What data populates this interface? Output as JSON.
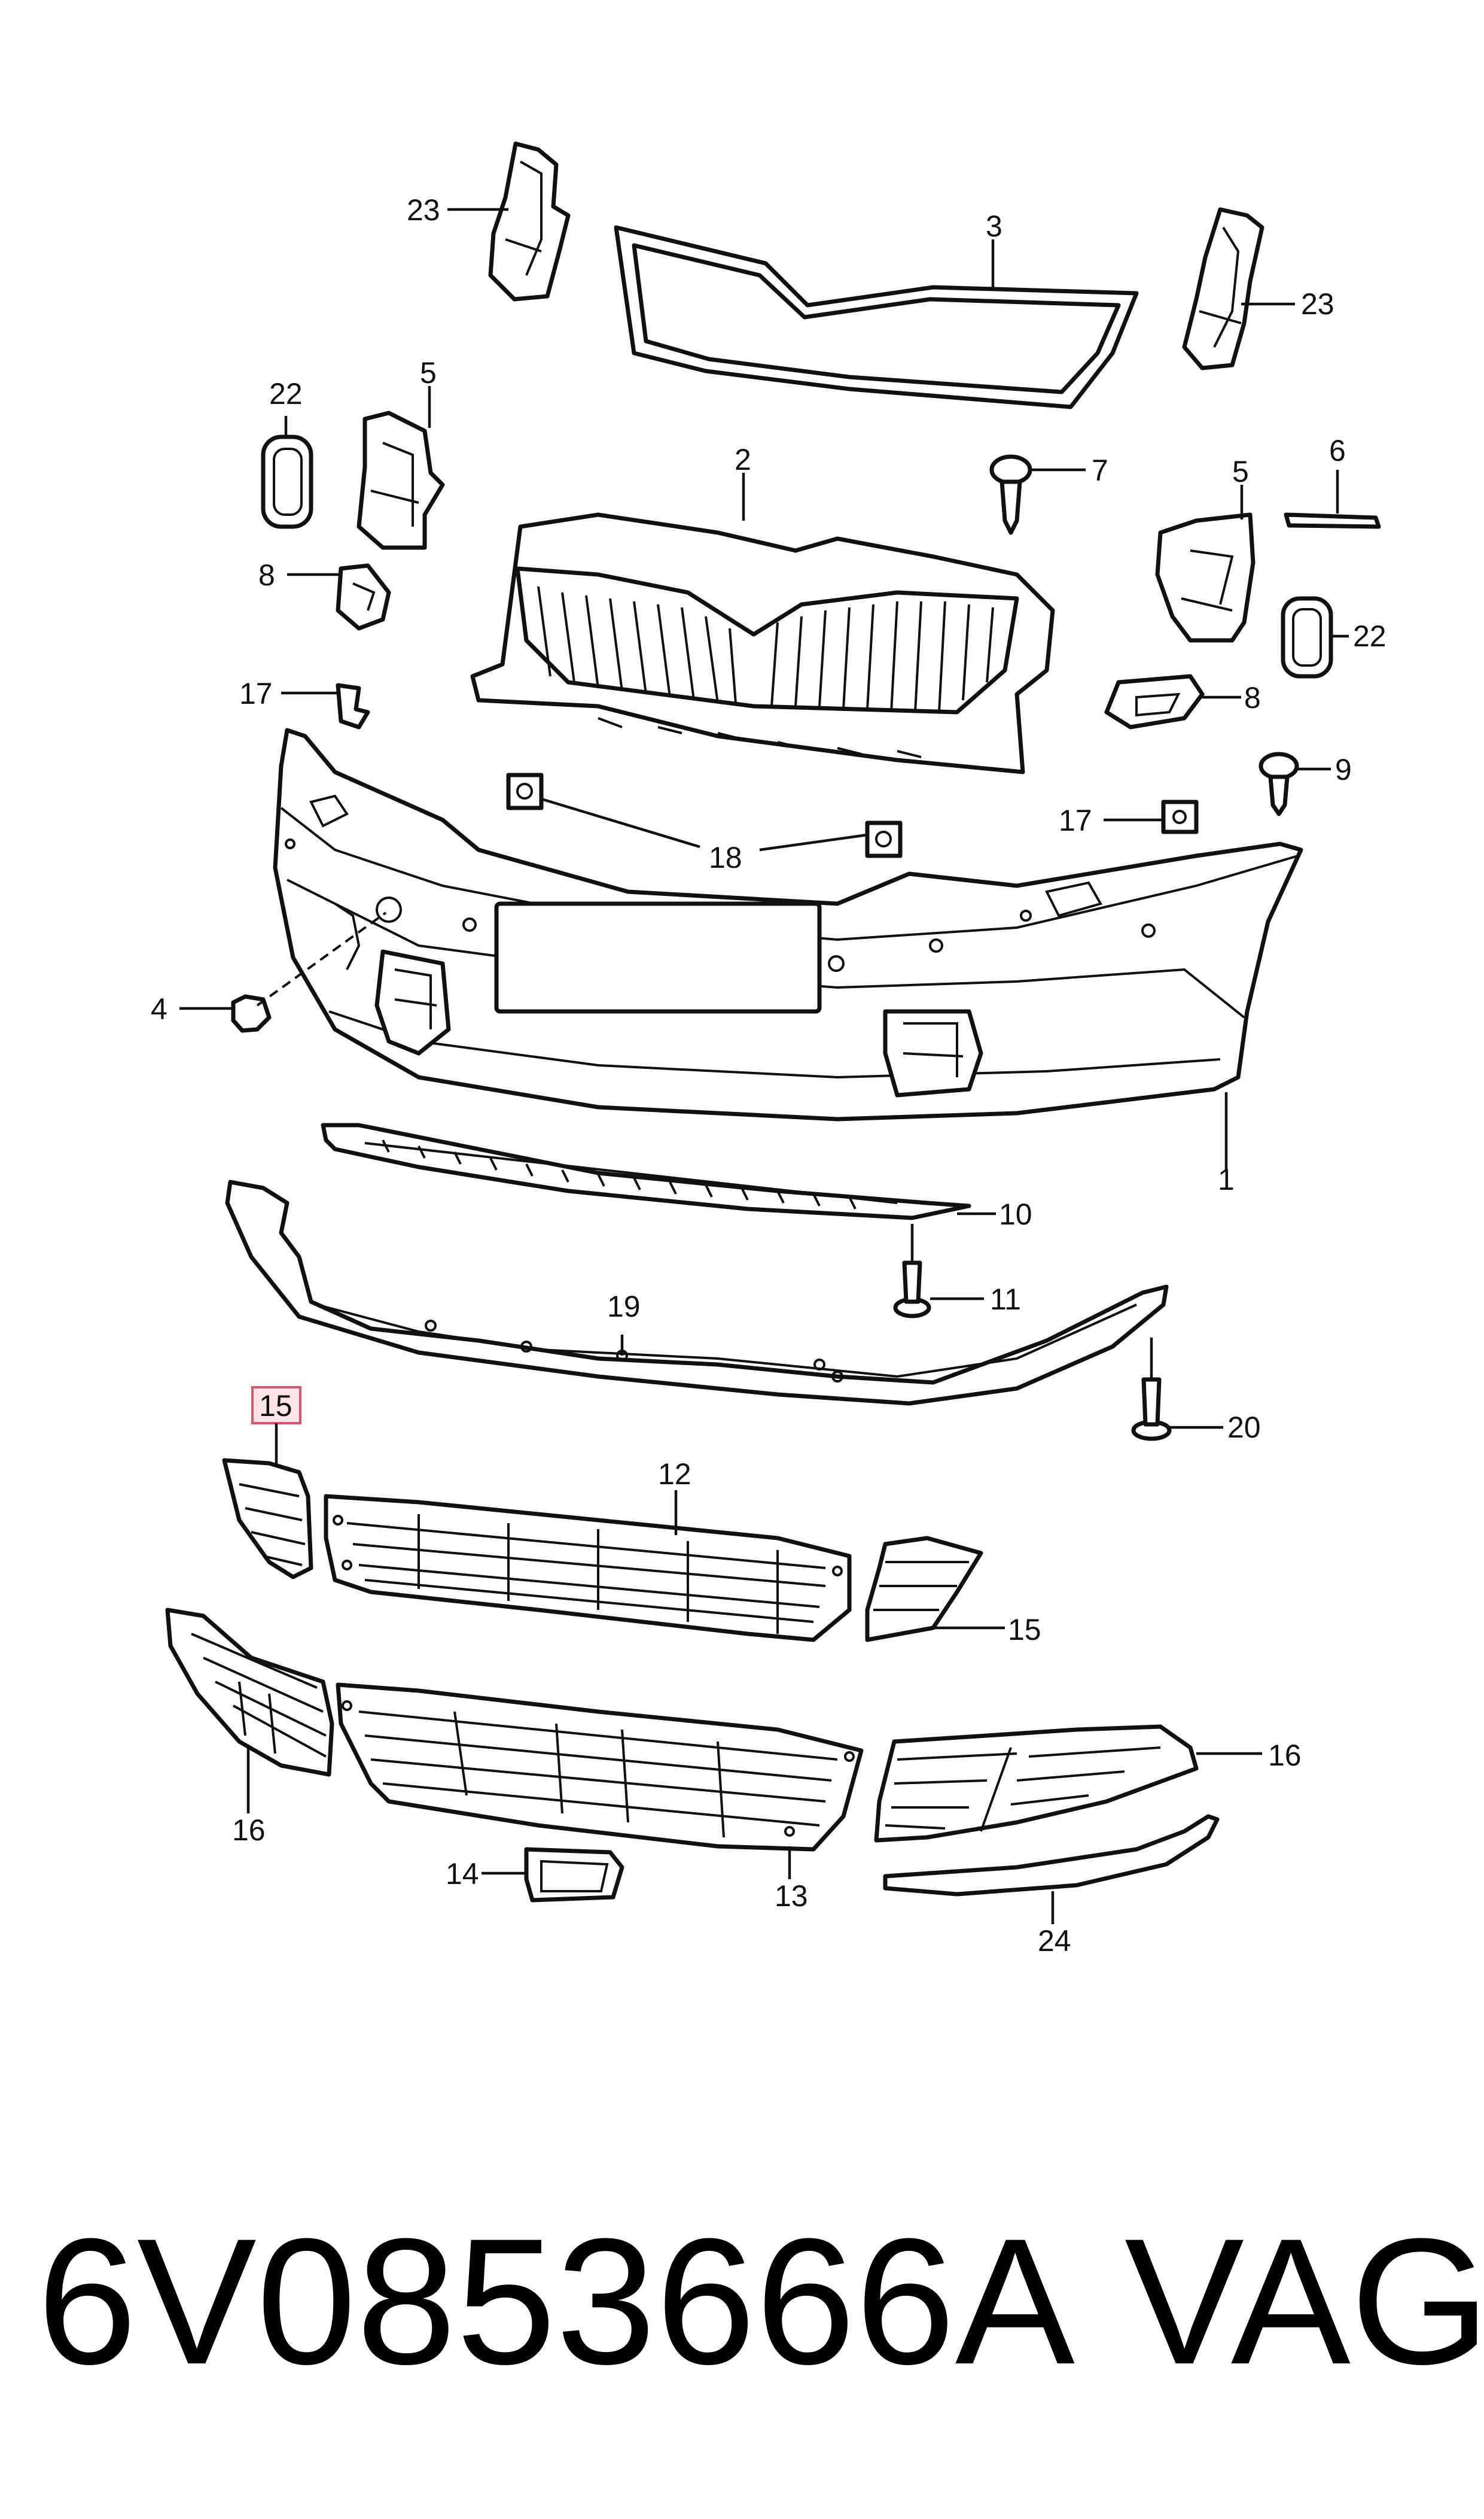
{
  "diagram": {
    "callouts": {
      "c1": "1",
      "c2": "2",
      "c3": "3",
      "c4": "4",
      "c5a": "5",
      "c5b": "5",
      "c6": "6",
      "c7": "7",
      "c8a": "8",
      "c8b": "8",
      "c9": "9",
      "c10": "10",
      "c11": "11",
      "c12": "12",
      "c13": "13",
      "c14": "14",
      "c15a": "15",
      "c15b": "15",
      "c16a": "16",
      "c16b": "16",
      "c17a": "17",
      "c17b": "17",
      "c18": "18",
      "c19": "19",
      "c20": "20",
      "c22a": "22",
      "c22b": "22",
      "c23a": "23",
      "c23b": "23",
      "c24": "24"
    },
    "highlighted_callout": "15",
    "highlight_color": "#d9536a"
  },
  "footer": {
    "part_number": "6V0853666A",
    "brand": "VAG"
  }
}
